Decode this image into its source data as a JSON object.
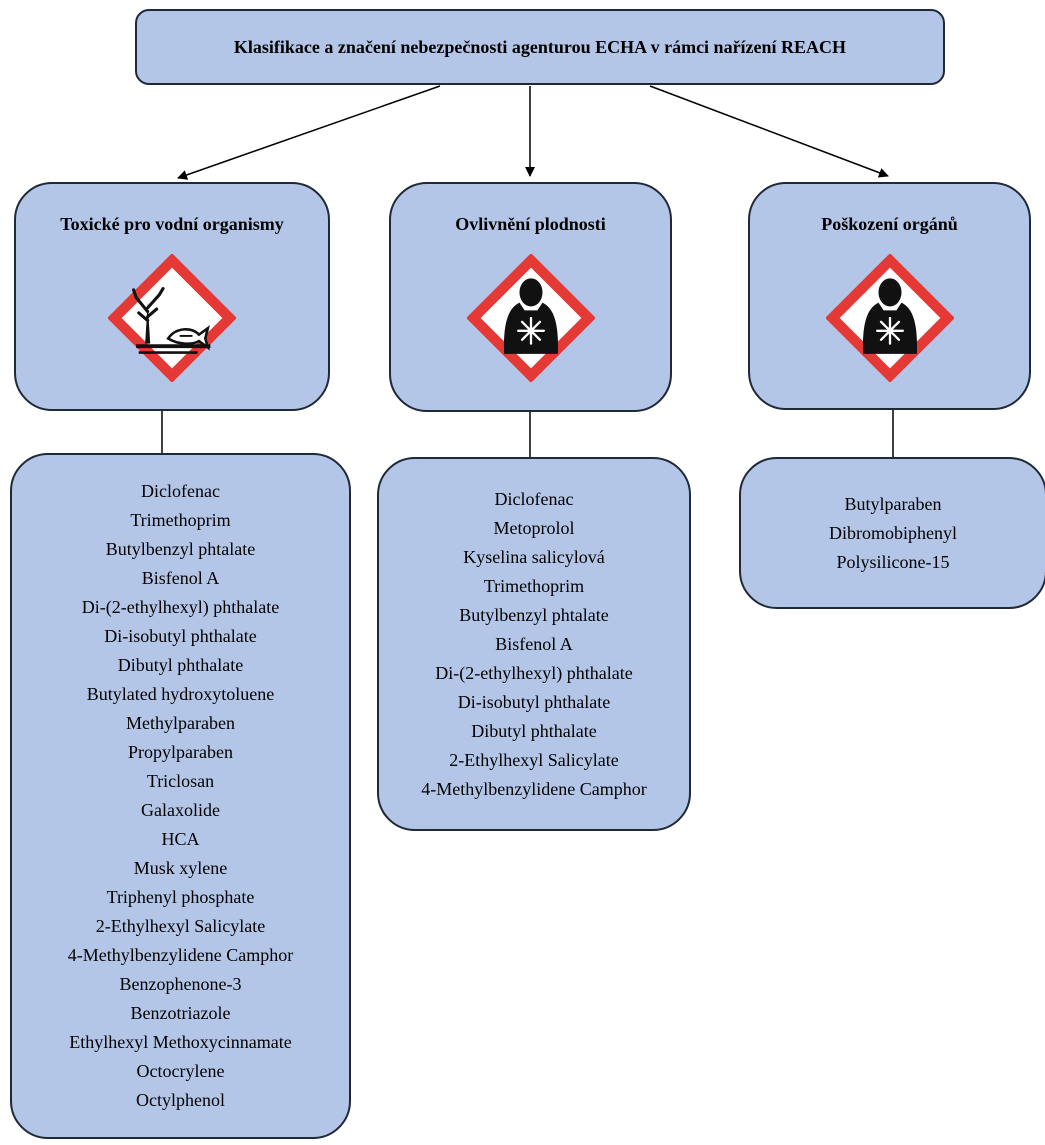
{
  "title": "Klasifikace a značení nebezpečnosti agenturou ECHA v rámci nařízení REACH",
  "categories": [
    {
      "label": "Toxické pro vodní organismy",
      "pictogram": "environment-hazard-icon",
      "substances": [
        "Diclofenac",
        "Trimethoprim",
        "Butylbenzyl phtalate",
        "Bisfenol A",
        "Di-(2-ethylhexyl) phthalate",
        "Di-isobutyl phthalate",
        "Dibutyl phthalate",
        "Butylated hydroxytoluene",
        "Methylparaben",
        "Propylparaben",
        "Triclosan",
        "Galaxolide",
        "HCA",
        "Musk xylene",
        "Triphenyl phosphate",
        "2-Ethylhexyl Salicylate",
        "4-Methylbenzylidene Camphor",
        "Benzophenone-3",
        "Benzotriazole",
        "Ethylhexyl Methoxycinnamate",
        "Octocrylene",
        "Octylphenol"
      ]
    },
    {
      "label": "Ovlivnění plodnosti",
      "pictogram": "health-hazard-icon",
      "substances": [
        "Diclofenac",
        "Metoprolol",
        "Kyselina salicylová",
        "Trimethoprim",
        "Butylbenzyl phtalate",
        "Bisfenol A",
        "Di-(2-ethylhexyl) phthalate",
        "Di-isobutyl phthalate",
        "Dibutyl phthalate",
        "2-Ethylhexyl Salicylate",
        "4-Methylbenzylidene Camphor"
      ]
    },
    {
      "label": "Poškození orgánů",
      "pictogram": "health-hazard-icon",
      "substances": [
        "Butylparaben",
        "Dibromobiphenyl",
        "Polysilicone-15"
      ]
    }
  ],
  "colors": {
    "box_fill": "#b4c6e7",
    "box_border": "#1f2937",
    "pictogram_border": "#e53935"
  }
}
